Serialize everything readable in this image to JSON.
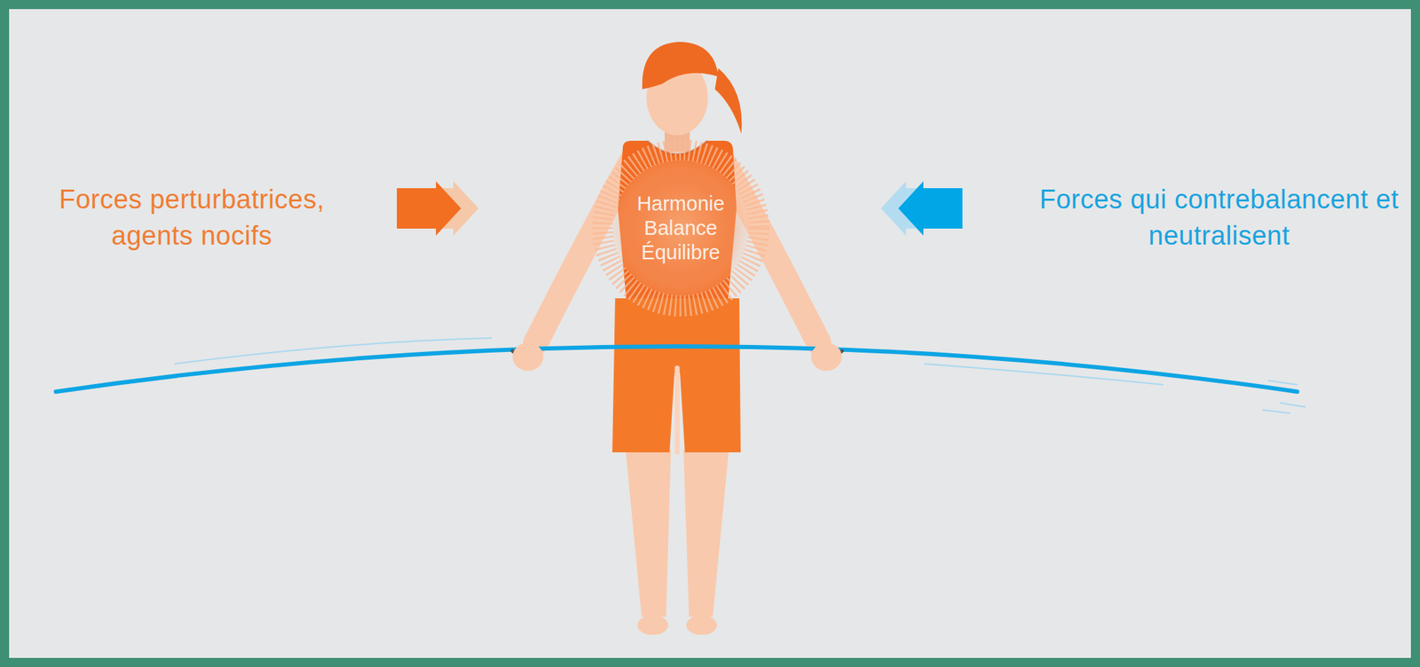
{
  "diagram": {
    "nodes": [
      {
        "text": [
          "Harmonie Balance Équilibre"
        ]
      }
    ],
    "labels": [
      "Forces perturbatrices, agents nocifs",
      "Forces qui contrebalancent et neutralisent"
    ]
  }
}
